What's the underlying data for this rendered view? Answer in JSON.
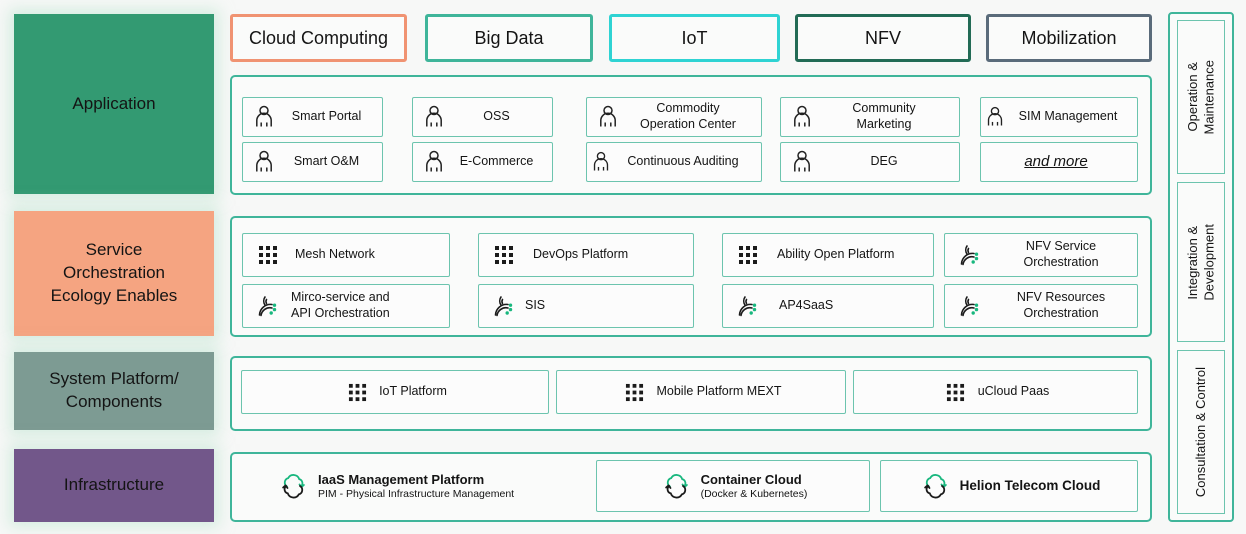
{
  "layers": [
    {
      "id": "application",
      "label": "Application",
      "color": "#339a72"
    },
    {
      "id": "service",
      "label": "Service\nOrchestration\nEcology Enables",
      "color": "#f5a481"
    },
    {
      "id": "system",
      "label": "System Platform/\nComponents",
      "color": "#7d9b93"
    },
    {
      "id": "infrastructure",
      "label": "Infrastructure",
      "color": "#72578a"
    }
  ],
  "category_pills": [
    {
      "label": "Cloud Computing",
      "border": "#f09372"
    },
    {
      "label": "Big Data",
      "border": "#3fb59a"
    },
    {
      "label": "IoT",
      "border": "#2fd3d3"
    },
    {
      "label": "NFV",
      "border": "#226b55"
    },
    {
      "label": "Mobilization",
      "border": "#5a6b7a"
    }
  ],
  "application_items": [
    {
      "label": "Smart Portal",
      "icon": "person-icon"
    },
    {
      "label": "OSS",
      "icon": "person-icon"
    },
    {
      "label": "Commodity\nOperation Center",
      "icon": "person-icon"
    },
    {
      "label": "Community\nMarketing",
      "icon": "person-icon"
    },
    {
      "label": "SIM Management",
      "icon": "person-icon"
    },
    {
      "label": "Smart O&M",
      "icon": "person-icon"
    },
    {
      "label": "E-Commerce",
      "icon": "person-icon"
    },
    {
      "label": "Continuous Auditing",
      "icon": "person-icon"
    },
    {
      "label": "DEG",
      "icon": "person-icon"
    },
    {
      "label": "and more",
      "icon": "none",
      "style": "italic-underline"
    }
  ],
  "service_items": [
    {
      "label": "Mesh Network",
      "icon": "grid-dots-icon"
    },
    {
      "label": "DevOps Platform",
      "icon": "grid-dots-icon"
    },
    {
      "label": "Ability Open Platform",
      "icon": "grid-dots-icon"
    },
    {
      "label": "NFV Service\nOrchestration",
      "icon": "orchestration-swoosh-icon"
    },
    {
      "label": "Mirco-service and\nAPI Orchestration",
      "icon": "orchestration-swoosh-icon"
    },
    {
      "label": "SIS",
      "icon": "orchestration-swoosh-icon"
    },
    {
      "label": "AP4SaaS",
      "icon": "orchestration-swoosh-icon"
    },
    {
      "label": "NFV Resources\nOrchestration",
      "icon": "orchestration-swoosh-icon"
    }
  ],
  "system_items": [
    {
      "label": "IoT Platform",
      "icon": "grid-dots-icon"
    },
    {
      "label": "Mobile Platform MEXT",
      "icon": "grid-dots-icon"
    },
    {
      "label": "uCloud Paas",
      "icon": "grid-dots-icon"
    }
  ],
  "infrastructure_items": [
    {
      "title": "IaaS Management Platform",
      "subtitle": "PIM - Physical Infrastructure Management",
      "icon": "cloud-refresh-icon",
      "boxed": false
    },
    {
      "title": "Container Cloud",
      "subtitle": "(Docker & Kubernetes)",
      "icon": "cloud-refresh-icon",
      "boxed": true
    },
    {
      "title": "Helion Telecom Cloud",
      "subtitle": "",
      "icon": "cloud-refresh-icon",
      "boxed": true
    }
  ],
  "right_rail": [
    {
      "label": "Operation &\nMaintenance"
    },
    {
      "label": "Integration &\nDevelopment"
    },
    {
      "label": "Consultation & Control"
    }
  ],
  "accent": {
    "teal": "#3fb59a",
    "light_teal": "#6cc4ae",
    "green_dot": "#18b77e"
  }
}
